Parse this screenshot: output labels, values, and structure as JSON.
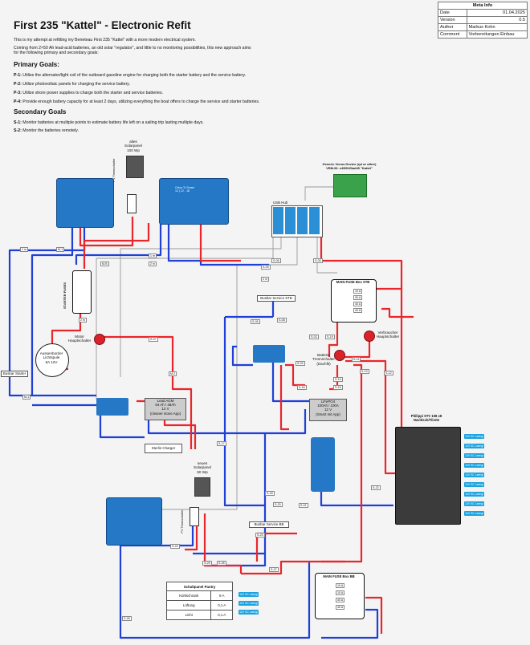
{
  "title": "First 235 \"Kattel\" - Electronic Refit",
  "meta": {
    "header": "Meta Info",
    "rows": [
      {
        "k": "Date",
        "v": "01.04.2025"
      },
      {
        "k": "Version",
        "v": "0.5"
      },
      {
        "k": "Author",
        "v": "Markus Kohn"
      },
      {
        "k": "Comment",
        "v": "Vorbereitungen Einbau"
      }
    ]
  },
  "intro": {
    "p1": "This is my attempt at refitting my Beneteau First 235 \"Kattel\" with a more modern electrical system.",
    "p2": "Coming from 2×50 Ah lead-acid batteries, an old solar \"regulator\", and little to no monitoring possibilities, this new approach aims for the following primary and secondary goals:"
  },
  "primary": {
    "heading": "Primary Goals:",
    "items": [
      {
        "id": "P-1:",
        "text": "Utilize the alternator/light coil of the outboard gasoline engine for charging both the starter battery and the service battery."
      },
      {
        "id": "P-2:",
        "text": "Utilize photovoltaic panels for charging the service battery."
      },
      {
        "id": "P-3:",
        "text": "Utilize shore power supplies to charge both the starter and service batteries."
      },
      {
        "id": "P-4:",
        "text": "Provide enough battery capacity for at least 2 days, utilizing everything the boat offers to charge the service and starter batteries."
      }
    ]
  },
  "secondary": {
    "heading": "Secondary Goals",
    "items": [
      {
        "id": "S-1:",
        "text": "Monitor batteries at multiple points to estimate battery life left on a sailing trip lasting multiple days."
      },
      {
        "id": "S-2:",
        "text": "Monitor the batteries remotely."
      }
    ]
  },
  "components": {
    "solar_old": "altes\nSolarpanel\n100 Wp",
    "solar_new": "neues\nSolarpanel\n50 Wp",
    "pv_switch": "PV Trennschalter",
    "pv_switch2": "PV Trennschalter",
    "venus": "Generic Venus Device (rpi or other)\nVRM-ID: e45f01f0ad45 \"Kattel\"",
    "usb_hub": "USB Hub",
    "starter_fuses": "STARTER FUSES",
    "main_fuse_stb": "MAIN FUSE Box STB",
    "main_fuse_bb": "MAIN FUSE Box BB",
    "motor_switch": "Motor\nHauptschalter",
    "verbraucher_switch": "Verbraucher\nHauptschalter",
    "batt_disconnect": "Batterie\nTrennschalter\n(Dachfit)",
    "alternator": "Aussenborder\nLichtspule\n6A 12V",
    "bus_starter": "Busbar Starter",
    "bus_service_stb": "Busbar Service STB",
    "bus_service_bb": "Busbar Service BB",
    "load_agm": "Lead AGM\n64 Ah / 48Ah\n12 V\n(cleaner stone App)",
    "lifepo4": "LiFePO4\n100Ah / 100A\n12 V\n(Smart mit App)",
    "sterlin": "Sterlin Charger",
    "philippi": "Philippi STV 108 x8\nNavitisch/Tiirete",
    "controller_label": "Orion-Tr Smart\n12 | 12 - 18"
  },
  "philippi_buttons": [
    "12V SC Laengi",
    "12V SC Laengi",
    "12V SC Laengi",
    "12V SC Laengi",
    "12V SC Laengi",
    "12V SC Laengi",
    "12V SC Laengi",
    "12V SC Laengi",
    "12V SC Laengi"
  ],
  "fuse_stb_values": [
    "10 A",
    "30 A",
    "40 A",
    "40 A"
  ],
  "fuse_bb_values": [
    "10 A",
    "10 A",
    "40 A",
    "40 A"
  ],
  "schalt": {
    "title": "Schaltpanel Pantry",
    "rows": [
      {
        "name": "Kühlschrank",
        "val": "9 A"
      },
      {
        "name": "Lüftung",
        "val": "0,1 A"
      },
      {
        "name": "Licht",
        "val": "0,1 A"
      }
    ],
    "button": "12V SC Laengi"
  },
  "wire_tags": {
    "t1": "1 m",
    "t2": "M-1",
    "t3": "M-B",
    "t4": "1 m",
    "t5": "2 m",
    "t6": "S-09",
    "t7": "2 m",
    "t8": "S-06",
    "t9": "S-05",
    "t10": "S-05",
    "t11": "2 m",
    "t12": "S-07",
    "t13": "M-1",
    "t14": "M-2",
    "t15": "S-08",
    "t16": "S-19",
    "t17": "S-03",
    "t18": "S-04",
    "t19": "S-11",
    "t20": "S-12",
    "t21": "S-13",
    "t22": "S-14",
    "t23": "S-15",
    "t24": "S-16",
    "t25": "S-17",
    "t26": "S-18",
    "t27": "S-20",
    "t28": "S-21",
    "t29": "S-22",
    "t30": "S-23",
    "t31": "S-24",
    "t32": "S-25",
    "t33": "S-26",
    "t34": "S-27",
    "t35": "S-28"
  },
  "colors": {
    "pos": "#e8262b",
    "neg": "#1f3fd6",
    "data": "#888888",
    "victron": "#1f73c2"
  }
}
